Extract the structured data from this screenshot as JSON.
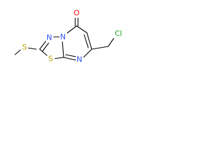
{
  "molecule": {
    "atoms": {
      "oxygen": "O",
      "chlorine": "Cl",
      "ring_nitrogen_top": "N",
      "bridge_nitrogen": "N",
      "ring_nitrogen_bottom": "N",
      "ring_sulfur": "S",
      "thioether_sulfur": "S"
    },
    "colors": {
      "oxygen": "#ff0d0d",
      "chlorine": "#1fa01f",
      "nitrogen": "#3050f8",
      "sulfur": "#b8a000",
      "bond": "#000000"
    }
  }
}
